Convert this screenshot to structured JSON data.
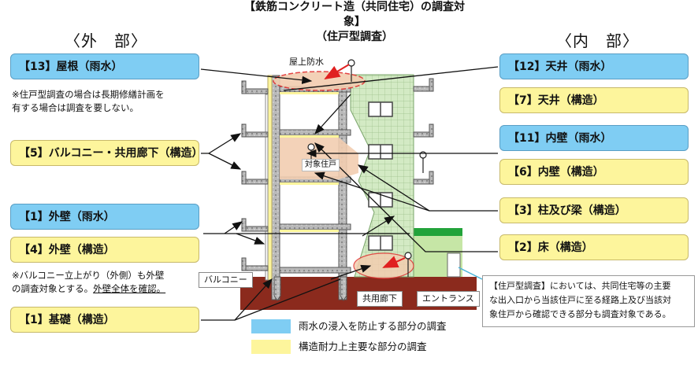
{
  "title": {
    "line1": "【鉄筋コンクリート造（共同住宅）の調査対象】",
    "line2": "（住戸型調査）"
  },
  "sections": {
    "exterior": "〈外　部〉",
    "interior": "〈内　部〉"
  },
  "colors": {
    "rainwater": "#7fcdf3",
    "structural": "#fdf59c",
    "foundation_ground": "#8b2a1d",
    "tile_wall": "#cfe8c0",
    "unit_highlight": "#f2cdb0",
    "entrance_roof": "#22a33a"
  },
  "exterior_items": [
    {
      "id": "13",
      "label": "【13】屋根（雨水）",
      "category": "rainwater"
    },
    {
      "id": "5",
      "label": "【5】バルコニー・共用廊下（構造）",
      "category": "structural"
    },
    {
      "id": "1w",
      "label": "【1】外壁（雨水）",
      "category": "rainwater"
    },
    {
      "id": "4",
      "label": "【4】外壁（構造）",
      "category": "structural"
    },
    {
      "id": "1f",
      "label": "【1】基礎（構造）",
      "category": "structural"
    }
  ],
  "interior_items": [
    {
      "id": "12",
      "label": "【12】天井（雨水）",
      "category": "rainwater"
    },
    {
      "id": "7",
      "label": "【7】天井（構造）",
      "category": "structural"
    },
    {
      "id": "11",
      "label": "【11】内壁（雨水）",
      "category": "rainwater"
    },
    {
      "id": "6",
      "label": "【6】内壁（構造）",
      "category": "structural"
    },
    {
      "id": "3",
      "label": "【3】柱及び梁（構造）",
      "category": "structural"
    },
    {
      "id": "2",
      "label": "【2】床（構造）",
      "category": "structural"
    }
  ],
  "notes": {
    "roof_note_line1": "※住戸型調査の場合は長期修繕計画を",
    "roof_note_line2": "有する場合は調査を要しない。",
    "wall_note_line1": "※バルコニー立上がり（外側）も外壁",
    "wall_note_line2_a": "の調査対象とする。",
    "wall_note_line2_b": "外壁全体を確認。"
  },
  "diagram_labels": {
    "rooftop_waterproof": "屋上防水",
    "target_unit": "対象住戸",
    "balcony": "バルコニー",
    "common_corridor": "共用廊下",
    "entrance": "エントランス"
  },
  "info_box": {
    "line1": "【住戸型調査】においては、共同住宅等の主要",
    "line2": "な出入口から当該住戸に至る経路上及び当該対",
    "line3": "象住戸から確認できる部分も調査対象である。"
  },
  "legend": [
    {
      "category": "rainwater",
      "label": "雨水の浸入を防止する部分の調査"
    },
    {
      "category": "structural",
      "label": "構造耐力上主要な部分の調査"
    }
  ]
}
